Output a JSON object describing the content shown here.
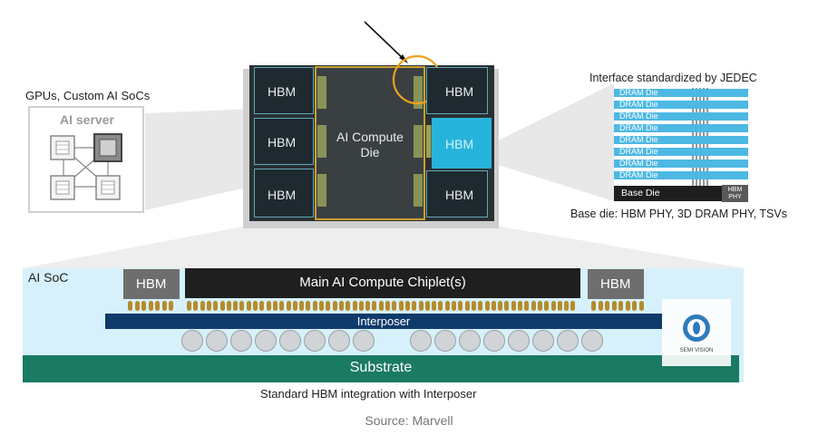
{
  "left_panel": {
    "title": "GPUs, Custom AI SoCs",
    "server_label": "AI server"
  },
  "die_view": {
    "hbm_labels": [
      "HBM",
      "HBM",
      "HBM",
      "HBM",
      "HBM",
      "HBM"
    ],
    "compute_die_label_line1": "AI Compute",
    "compute_die_label_line2": "Die"
  },
  "right_panel": {
    "title": "Interface standardized by JEDEC",
    "dram_dies": [
      "DRAM Die",
      "DRAM Die",
      "DRAM Die",
      "DRAM Die",
      "DRAM Die",
      "DRAM Die",
      "DRAM Die",
      "DRAM Die"
    ],
    "base_die_label": "Base Die",
    "hbm_phy_label_line1": "HBM",
    "hbm_phy_label_line2": "PHY",
    "caption": "Base die: HBM PHY, 3D DRAM PHY, TSVs"
  },
  "cross_section": {
    "soc_label": "AI SoC",
    "hbm_left": "HBM",
    "hbm_right": "HBM",
    "chiplet_label": "Main AI Compute Chiplet(s)",
    "interposer_label": "Interposer",
    "substrate_label": "Substrate",
    "watermark_text": "SEMI VISION",
    "caption": "Standard HBM integration with Interposer"
  },
  "source": "Source: Marvell",
  "colors": {
    "interposer": "#0f3a6b",
    "substrate": "#1a7a62",
    "soc_bg": "#d6f1fb",
    "dram": "#4db8e3",
    "highlight_ring": "#f0a21b",
    "highlight_tile": "#27b4dc"
  }
}
